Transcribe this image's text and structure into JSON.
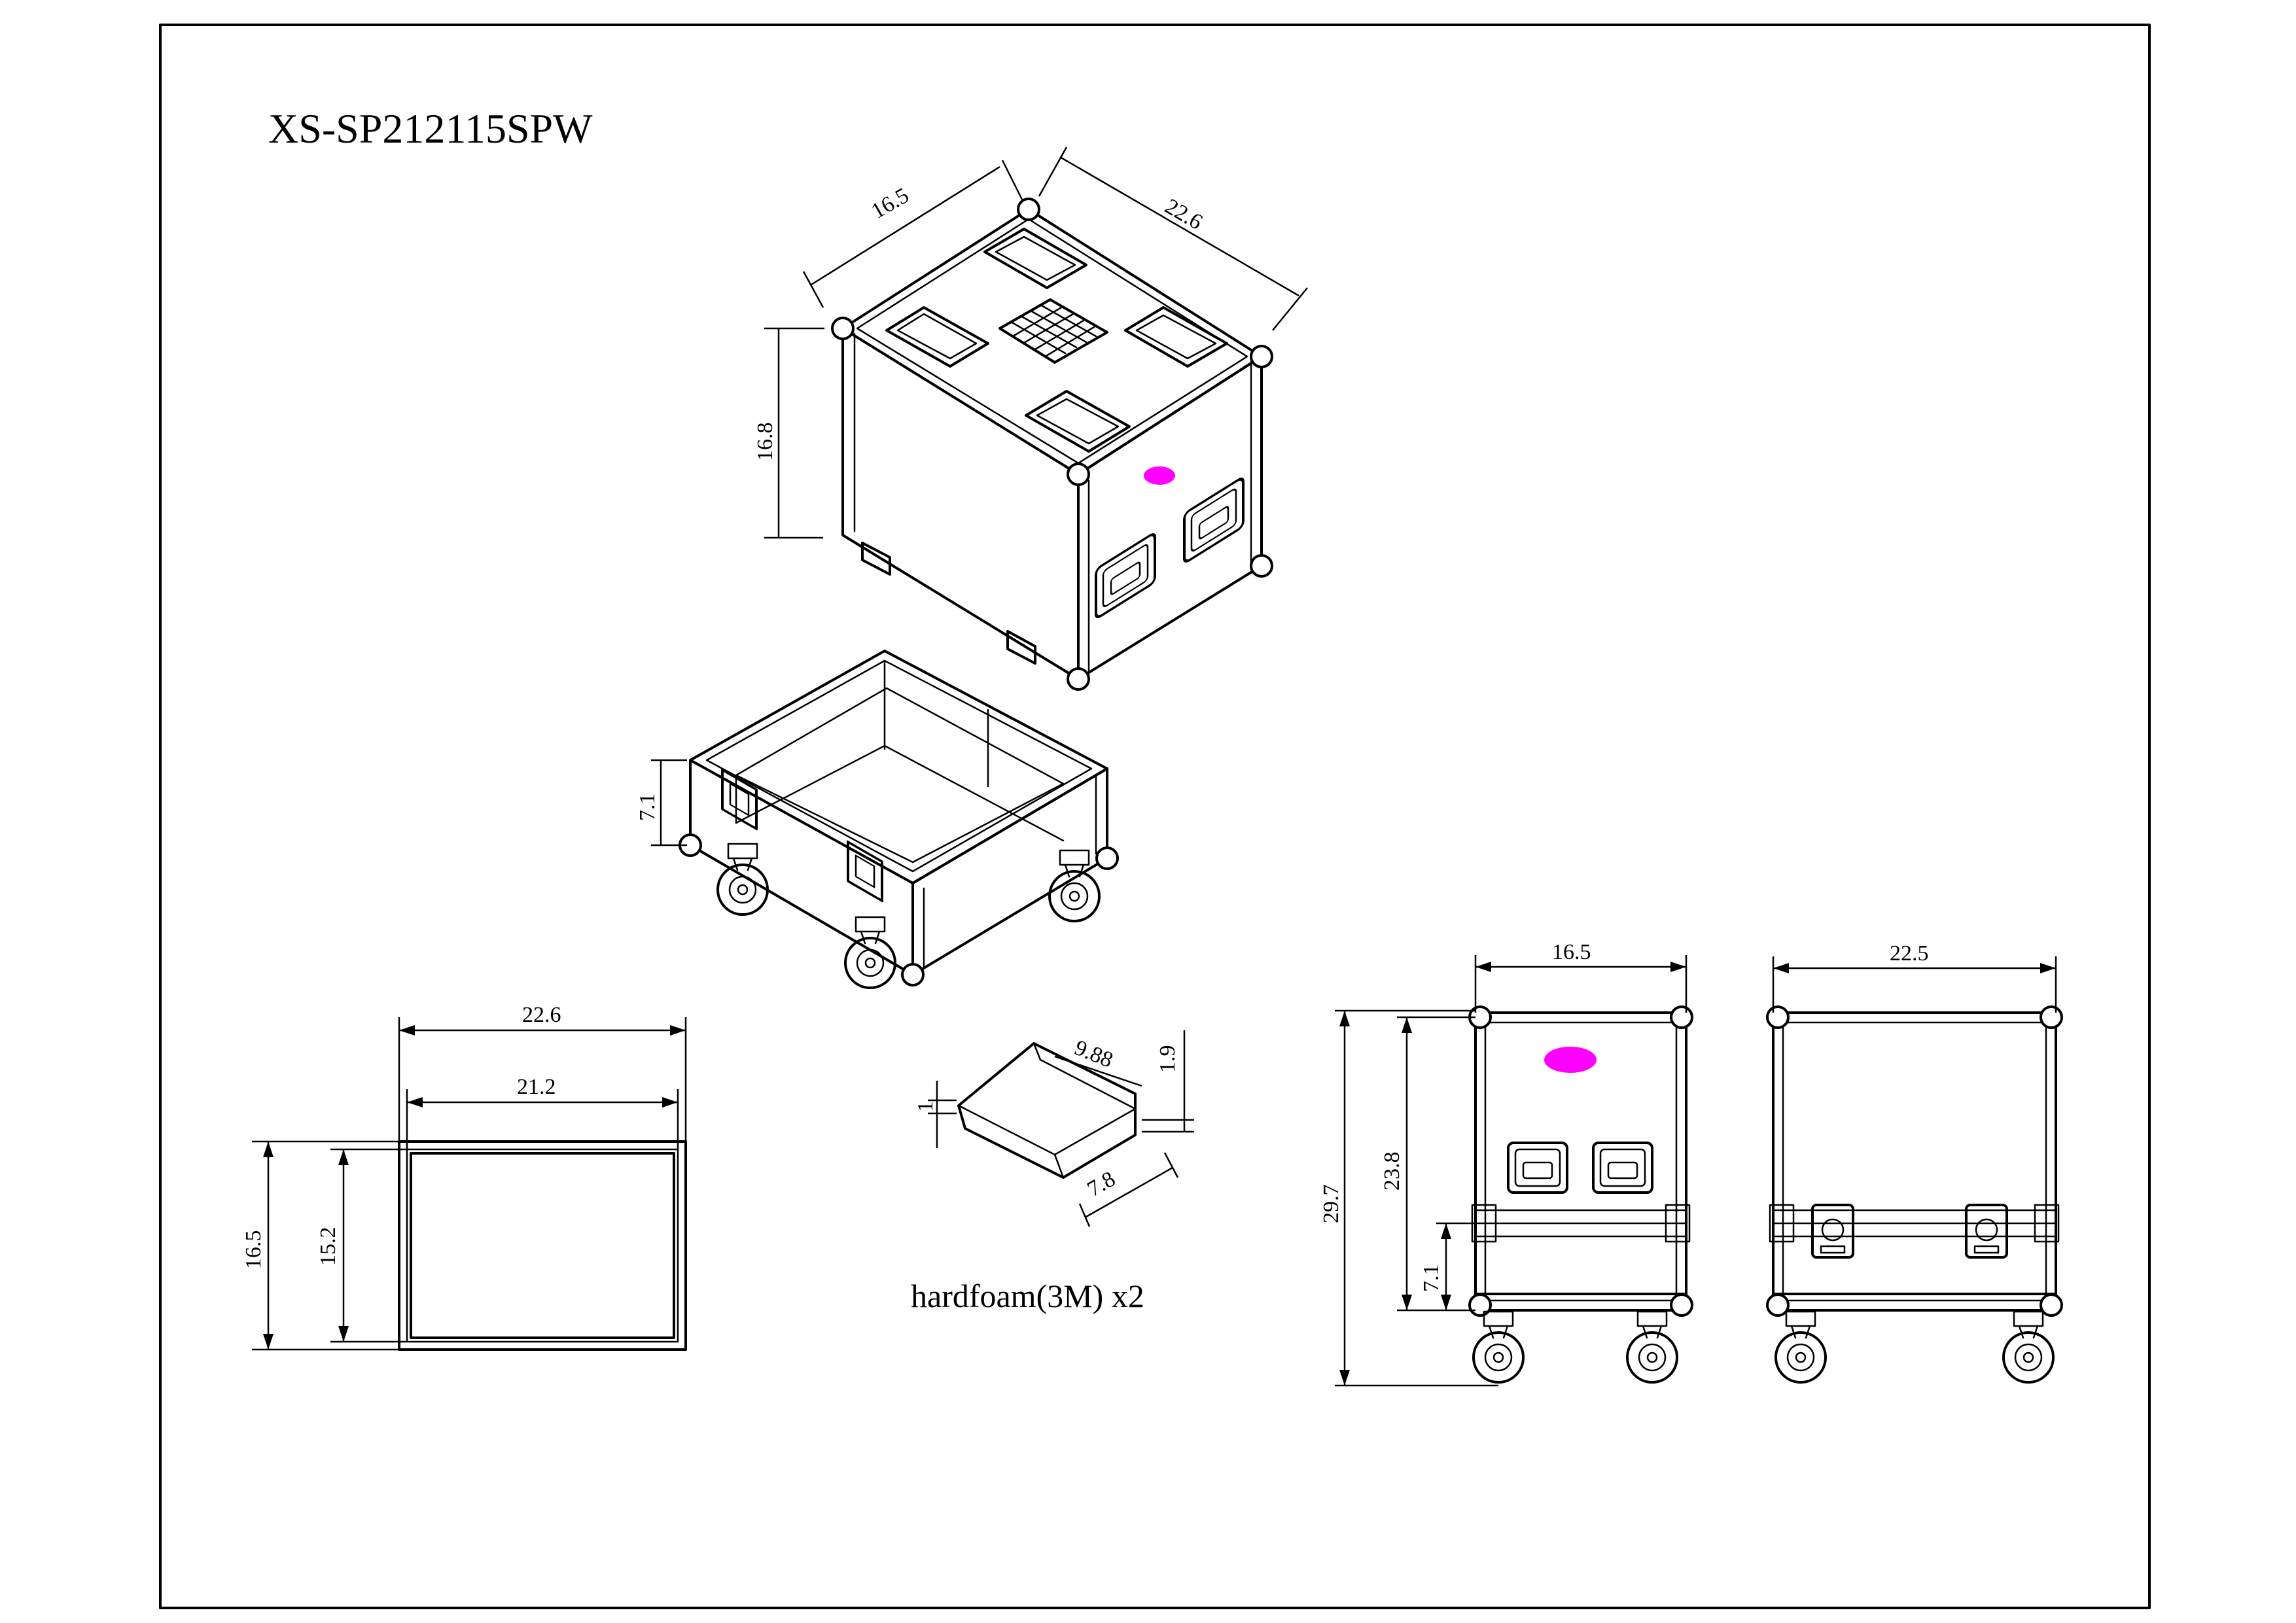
{
  "title": "XS-SP212115SPW",
  "iso_case": {
    "width": "16.5",
    "depth": "22.6",
    "height": "16.8"
  },
  "iso_base": {
    "height": "7.1"
  },
  "lid_plan": {
    "outer_width": "22.6",
    "inner_width": "21.2",
    "outer_height": "16.5",
    "inner_height": "15.2"
  },
  "foam": {
    "length": "9.88",
    "height": "1.9",
    "width": "7.8",
    "thickness": "1",
    "label": "hardfoam(3M) x2"
  },
  "front_view": {
    "width": "16.5",
    "total_height": "29.7",
    "body_height": "23.8",
    "base_height": "7.1"
  },
  "side_view": {
    "width": "22.5"
  },
  "colors": {
    "line": "#000000",
    "marker": "#ff00ff",
    "background": "#ffffff"
  }
}
